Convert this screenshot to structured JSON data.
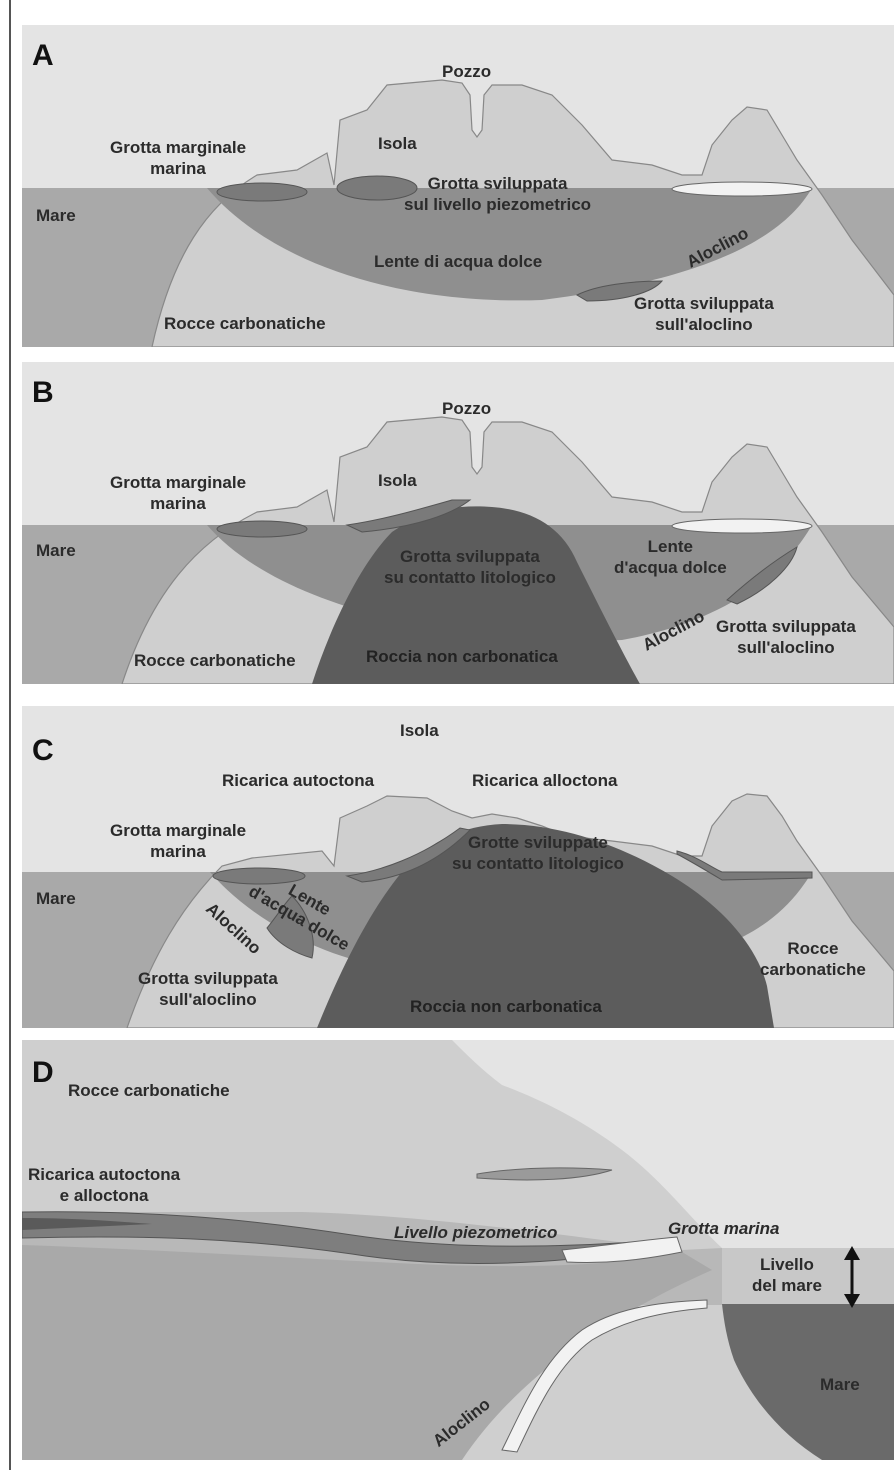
{
  "panels": [
    {
      "letter": "A",
      "labels": {
        "pozzo": "Pozzo",
        "isola": "Isola",
        "grotta_marginale": "Grotta marginale\nmarina",
        "mare": "Mare",
        "grotta_piezometrico": "Grotta sviluppata\nsul livello piezometrico",
        "lente": "Lente di acqua dolce",
        "aloclino": "Aloclino",
        "grotta_aloclino": "Grotta sviluppata\nsull'aloclino",
        "rocce": "Rocce carbonatiche"
      }
    },
    {
      "letter": "B",
      "labels": {
        "pozzo": "Pozzo",
        "isola": "Isola",
        "grotta_marginale": "Grotta marginale\nmarina",
        "mare": "Mare",
        "grotta_contatto": "Grotta sviluppata\nsu contatto litologico",
        "lente": "Lente\nd'acqua dolce",
        "aloclino": "Aloclino",
        "grotta_aloclino": "Grotta sviluppata\nsull'aloclino",
        "rocce": "Rocce carbonatiche",
        "roccia_non": "Roccia non carbonatica"
      }
    },
    {
      "letter": "C",
      "labels": {
        "isola": "Isola",
        "ricarica_autoctona": "Ricarica autoctona",
        "ricarica_alloctona": "Ricarica alloctona",
        "grotta_marginale": "Grotta marginale\nmarina",
        "grotte_contatto": "Grotte sviluppate\nsu contatto litologico",
        "mare": "Mare",
        "lente": "Lente\nd'acqua dolce",
        "aloclino": "Aloclino",
        "grotta_aloclino": "Grotta sviluppata\nsull'aloclino",
        "roccia_non": "Roccia non carbonatica",
        "rocce": "Rocce\ncarbonatiche"
      }
    },
    {
      "letter": "D",
      "labels": {
        "rocce": "Rocce carbonatiche",
        "ricarica": "Ricarica autoctona\ne alloctona",
        "livello_piezometrico": "Livello piezometrico",
        "grotta_marina": "Grotta marina",
        "livello_mare": "Livello\ndel mare",
        "mare": "Mare",
        "aloclino": "Aloclino"
      }
    }
  ],
  "colors": {
    "sky": "#e4e4e4",
    "rock_light": "#cfcfcf",
    "sea": "#a9a9a9",
    "lens": "#8f8f8f",
    "non_carbonate": "#5c5c5c",
    "outline": "#777777"
  }
}
